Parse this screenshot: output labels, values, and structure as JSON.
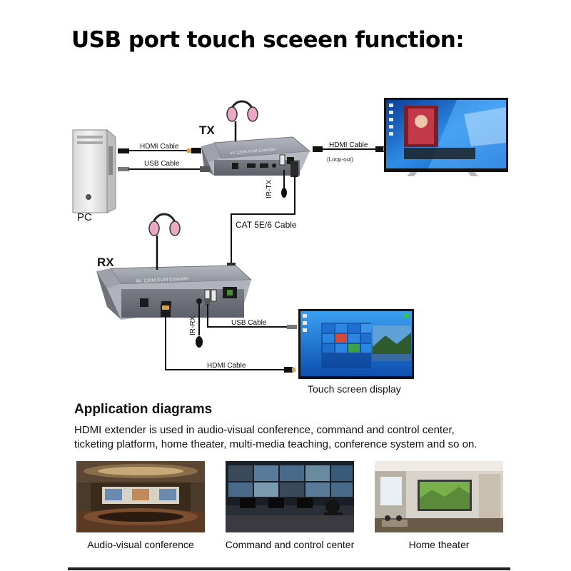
{
  "title": "USB port touch sceeen function:",
  "diagram": {
    "tx_label": "TX",
    "rx_label": "RX",
    "pc_label": "PC",
    "tx_hdmi_in_label": "HDMI Cable",
    "tx_usb_label": "USB Cable",
    "tx_hdmi_out_label": "HDMI Cable",
    "loop_out_label": "(Loop-out)",
    "ir_tx_label": "IR-TX",
    "cat_label": "CAT 5E/6 Cable",
    "ir_rx_label": "IR-RX",
    "rx_usb_label": "USB Cable",
    "rx_hdmi_label": "HDMI Cable",
    "touch_display_label": "Touch screen display",
    "box_print": "4K 120M KVM Extender"
  },
  "application": {
    "heading": "Application diagrams",
    "description_lines": [
      "HDMI extender is used in audio-visual conference, command and control center,",
      "ticketing platform, home theater, multi-media teaching, conference system and so on."
    ],
    "photos": [
      {
        "caption": "Audio-visual conference"
      },
      {
        "caption": "Command and control center"
      },
      {
        "caption": "Home theater"
      }
    ]
  },
  "colors": {
    "device_gray": "#8a8d96",
    "cable": "#1a1a1a",
    "headphone_pink": "#e9a8c4",
    "screen_blue": "#1f78d8"
  }
}
